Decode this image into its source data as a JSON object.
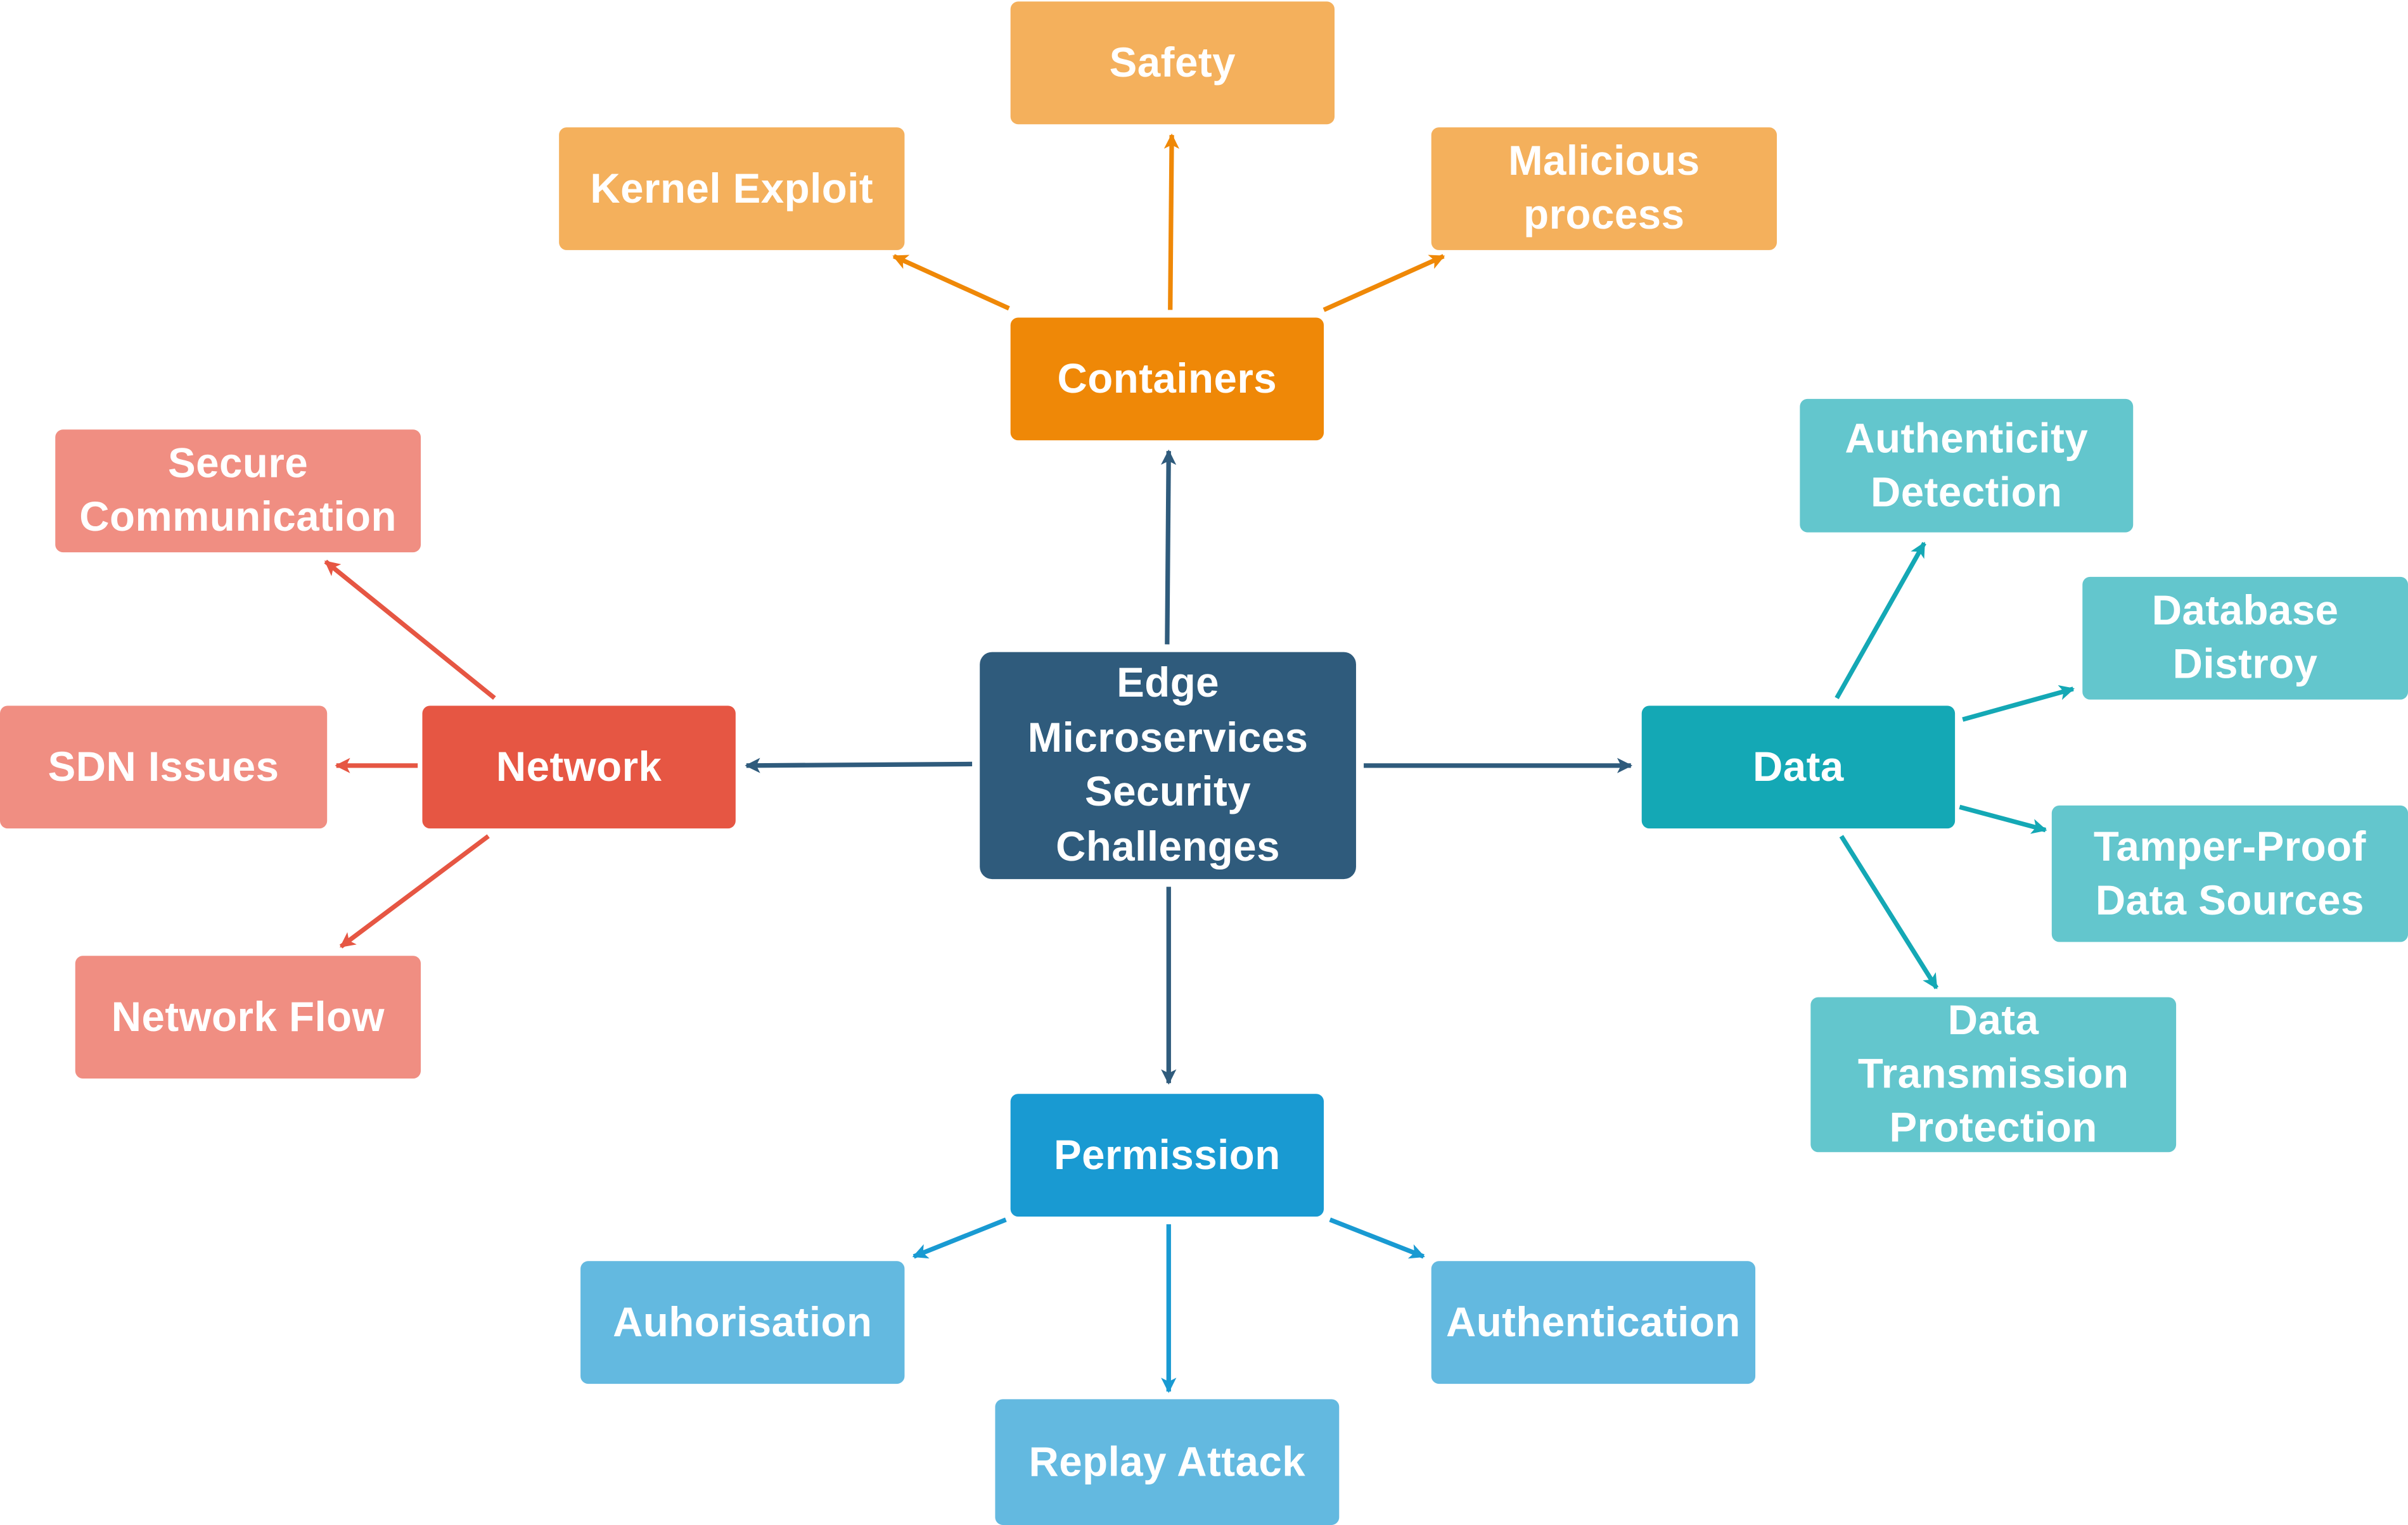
{
  "diagram": {
    "center": {
      "label": "Edge\nMicroservices\nSecurity\nChallenges",
      "color": "#2f5b7c"
    },
    "branches": [
      {
        "id": "containers",
        "label": "Containers",
        "color": "#ef8807",
        "child_color": "#f4b05c",
        "children": [
          {
            "id": "kernel-exploit",
            "label": "Kernel Exploit"
          },
          {
            "id": "safety",
            "label": "Safety"
          },
          {
            "id": "malicious-process",
            "label": "Malicious\nprocess"
          }
        ]
      },
      {
        "id": "network",
        "label": "Network",
        "color": "#e65643",
        "child_color": "#f08e82",
        "children": [
          {
            "id": "secure-communication",
            "label": "Secure\nCommunication"
          },
          {
            "id": "sdn-issues",
            "label": "SDN Issues"
          },
          {
            "id": "network-flow",
            "label": "Network Flow"
          }
        ]
      },
      {
        "id": "data",
        "label": "Data",
        "color": "#14a8b5",
        "child_color": "#63c6cd",
        "children": [
          {
            "id": "authenticity-detection",
            "label": "Authenticity\nDetection"
          },
          {
            "id": "database-distroy",
            "label": "Database\nDistroy"
          },
          {
            "id": "tamper-proof-data-sources",
            "label": "Tamper-Proof\nData Sources"
          },
          {
            "id": "data-transmission-protection",
            "label": "Data\nTransmission\nProtection"
          }
        ]
      },
      {
        "id": "permission",
        "label": "Permission",
        "color": "#199ad2",
        "child_color": "#63b9e0",
        "children": [
          {
            "id": "auhorisation",
            "label": "Auhorisation"
          },
          {
            "id": "replay-attack",
            "label": "Replay Attack"
          },
          {
            "id": "authentication",
            "label": "Authentication"
          }
        ]
      }
    ],
    "edges": [
      {
        "from": "center",
        "to": "containers"
      },
      {
        "from": "center",
        "to": "network"
      },
      {
        "from": "center",
        "to": "data"
      },
      {
        "from": "center",
        "to": "permission"
      },
      {
        "from": "containers",
        "to": "kernel-exploit"
      },
      {
        "from": "containers",
        "to": "safety"
      },
      {
        "from": "containers",
        "to": "malicious-process"
      },
      {
        "from": "network",
        "to": "secure-communication"
      },
      {
        "from": "network",
        "to": "sdn-issues"
      },
      {
        "from": "network",
        "to": "network-flow"
      },
      {
        "from": "data",
        "to": "authenticity-detection"
      },
      {
        "from": "data",
        "to": "database-distroy"
      },
      {
        "from": "data",
        "to": "tamper-proof-data-sources"
      },
      {
        "from": "data",
        "to": "data-transmission-protection"
      },
      {
        "from": "permission",
        "to": "auhorisation"
      },
      {
        "from": "permission",
        "to": "replay-attack"
      },
      {
        "from": "permission",
        "to": "authentication"
      }
    ]
  }
}
